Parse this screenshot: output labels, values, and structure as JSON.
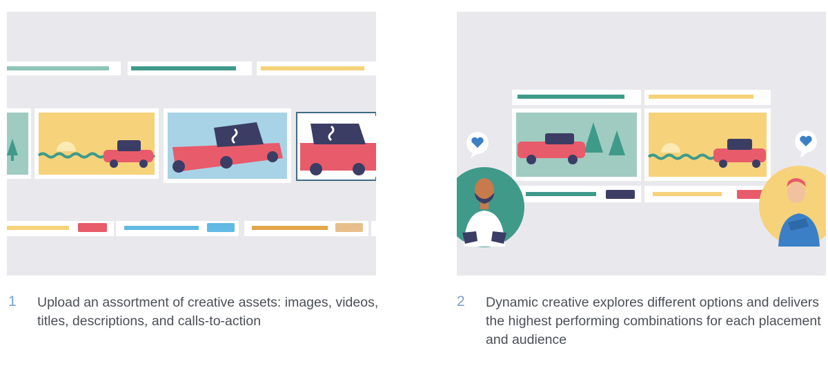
{
  "steps": [
    {
      "number": "1",
      "text": "Upload an assortment of creative assets: images, videos, titles, descriptions, and calls-to-action"
    },
    {
      "number": "2",
      "text": "Dynamic creative explores different options and delivers the highest performing combinations for each placement and audience"
    }
  ],
  "colors": {
    "panel_bg": "#e9e8ec",
    "card_bg": "#ffffff",
    "teal": "#3f9a8a",
    "light_teal": "#8fc4b9",
    "yellow": "#f6d27a",
    "pink": "#e85b6b",
    "blue": "#62b9e3",
    "sky": "#a8d3e6",
    "navy": "#3b3d64",
    "orange": "#e2a74b",
    "step_number": "#7b9fd6",
    "body_text": "#4b4f56"
  },
  "icons": [
    "heart-speech-bubble-icon",
    "car-icon",
    "tree-icon",
    "sun-icon"
  ]
}
